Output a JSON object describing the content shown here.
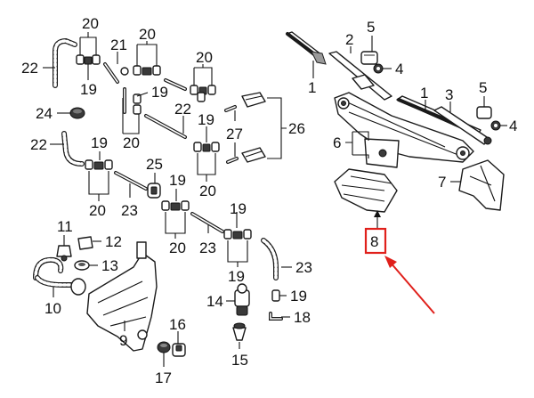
{
  "diagram": {
    "callouts": {
      "c20a": "20",
      "c21": "21",
      "c20b": "20",
      "c22a": "22",
      "c19a": "19",
      "c19b": "19",
      "c20c": "20",
      "c24": "24",
      "c22b": "22",
      "c19c": "19",
      "c20d": "20",
      "c26": "26",
      "c27": "27",
      "c19d": "19",
      "c22c": "22",
      "c19e": "19",
      "c25": "25",
      "c20e": "20",
      "c23a": "23",
      "c19f": "19",
      "c20f": "20",
      "c23b": "23",
      "c19g": "19",
      "c20g": "20",
      "c11": "11",
      "c12": "12",
      "c13": "13",
      "c10": "10",
      "c23c": "23",
      "c14": "14",
      "c19h": "19",
      "c18": "18",
      "c9": "9",
      "c16": "16",
      "c17": "17",
      "c15": "15",
      "c5a": "5",
      "c2": "2",
      "c4a": "4",
      "c1a": "1",
      "c1b": "1",
      "c3": "3",
      "c5b": "5",
      "c4b": "4",
      "c6": "6",
      "c7": "7",
      "c8": "8"
    },
    "highlight": {
      "part": "8",
      "box_color": "#e0201b",
      "arrow_color": "#e0201b"
    }
  }
}
